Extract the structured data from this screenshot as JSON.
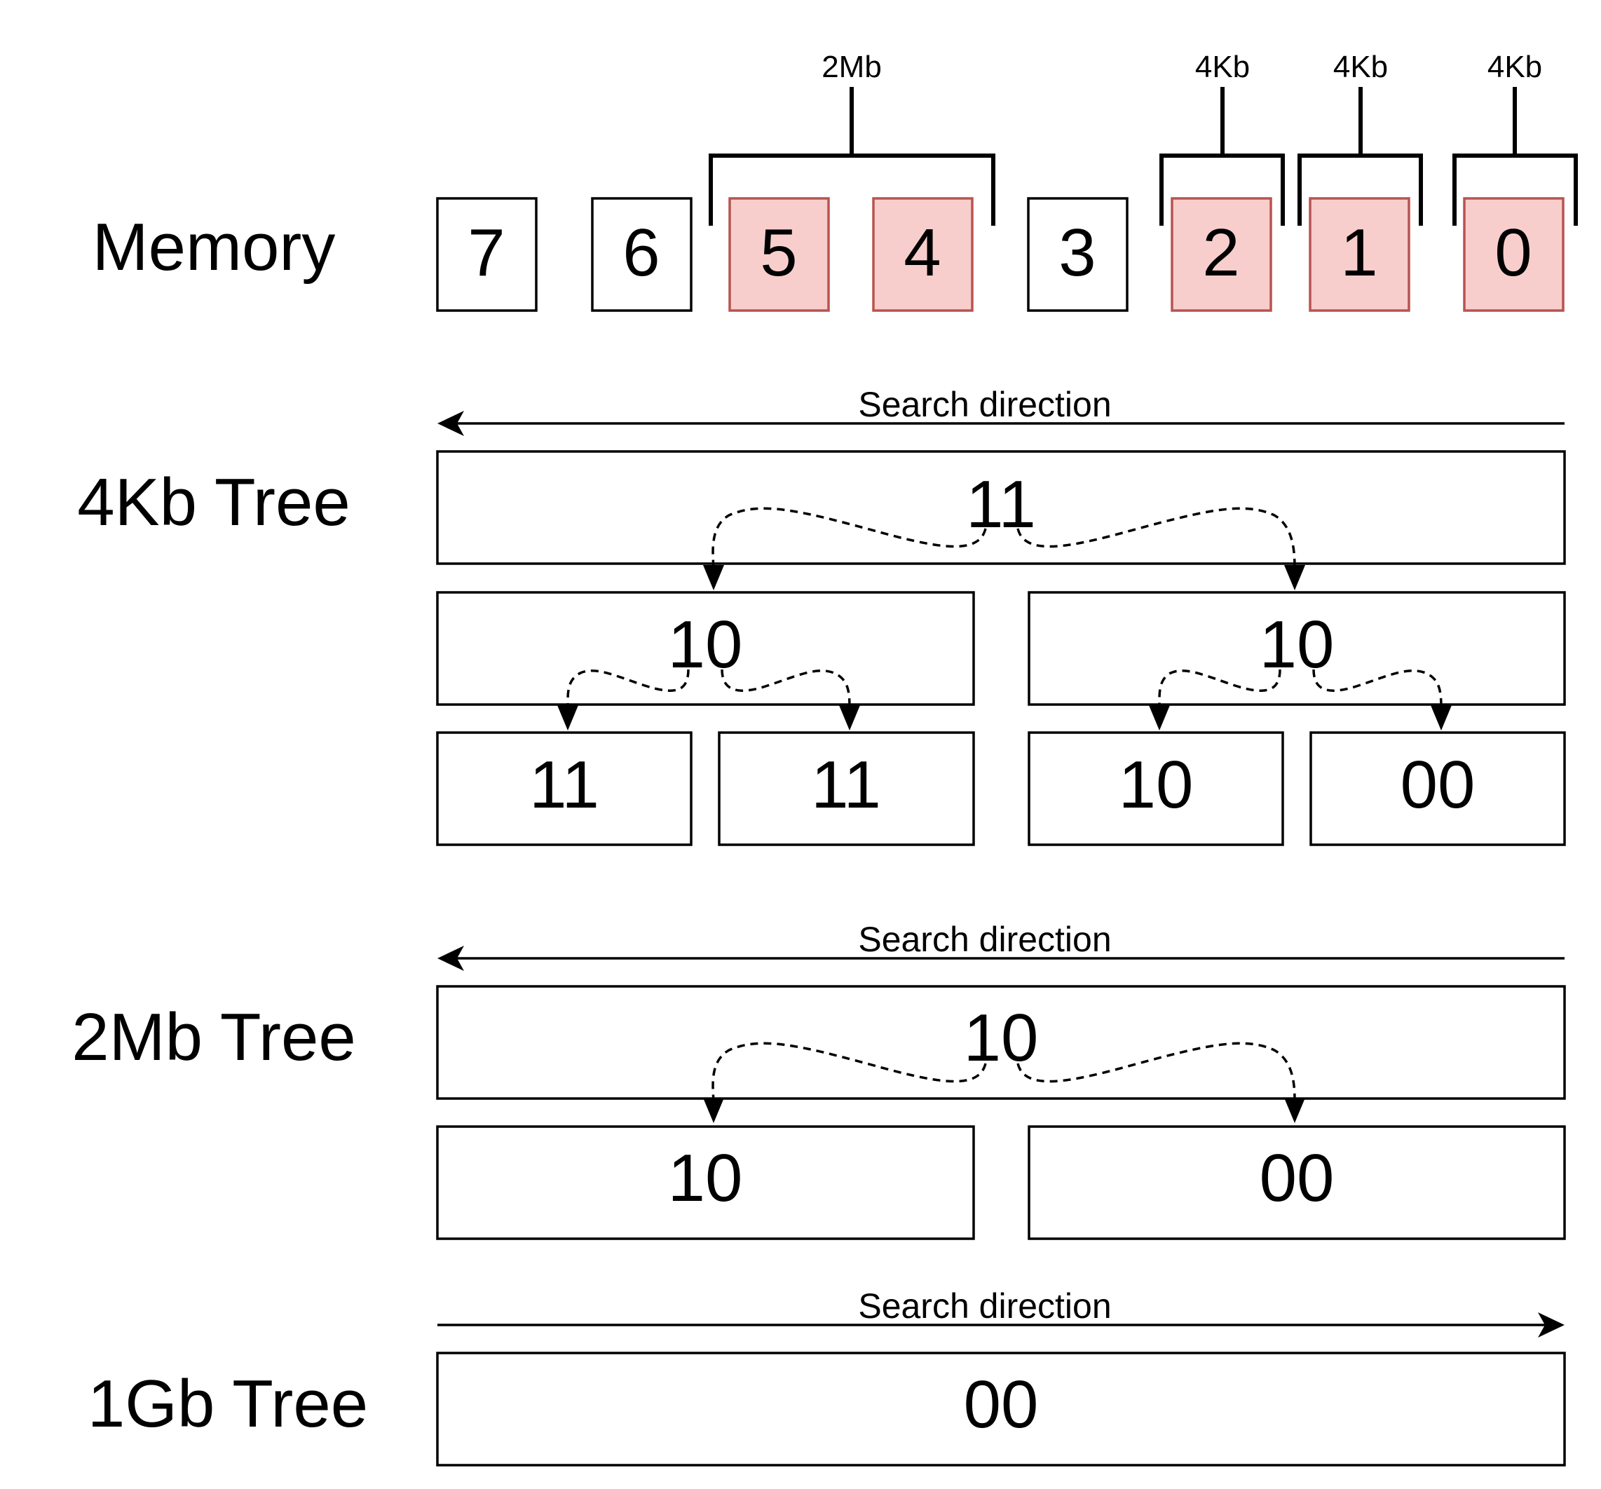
{
  "rows": {
    "memory": "Memory",
    "tree_4kb": "4Kb Tree",
    "tree_2mb": "2Mb Tree",
    "tree_1gb": "1Gb Tree"
  },
  "memory_cells": [
    {
      "label": "7",
      "allocated": false
    },
    {
      "label": "6",
      "allocated": false
    },
    {
      "label": "5",
      "allocated": true
    },
    {
      "label": "4",
      "allocated": true
    },
    {
      "label": "3",
      "allocated": false
    },
    {
      "label": "2",
      "allocated": true
    },
    {
      "label": "1",
      "allocated": true
    },
    {
      "label": "0",
      "allocated": true
    }
  ],
  "brackets": [
    {
      "label": "2Mb",
      "cells": [
        "5",
        "4"
      ]
    },
    {
      "label": "4Kb",
      "cells": [
        "2"
      ]
    },
    {
      "label": "4Kb",
      "cells": [
        "1"
      ]
    },
    {
      "label": "4Kb",
      "cells": [
        "0"
      ]
    }
  ],
  "search_direction_label": "Search direction",
  "tree_4kb": {
    "direction": "right-to-left",
    "root": "11",
    "level1": [
      "10",
      "10"
    ],
    "level2": [
      "11",
      "11",
      "10",
      "00"
    ]
  },
  "tree_2mb": {
    "direction": "right-to-left",
    "root": "10",
    "level1": [
      "10",
      "00"
    ]
  },
  "tree_1gb": {
    "direction": "left-to-right",
    "root": "00"
  },
  "colors": {
    "allocated_fill": "#f8cecc",
    "allocated_stroke": "#b85450",
    "free_fill": "#ffffff",
    "line": "#000000"
  }
}
